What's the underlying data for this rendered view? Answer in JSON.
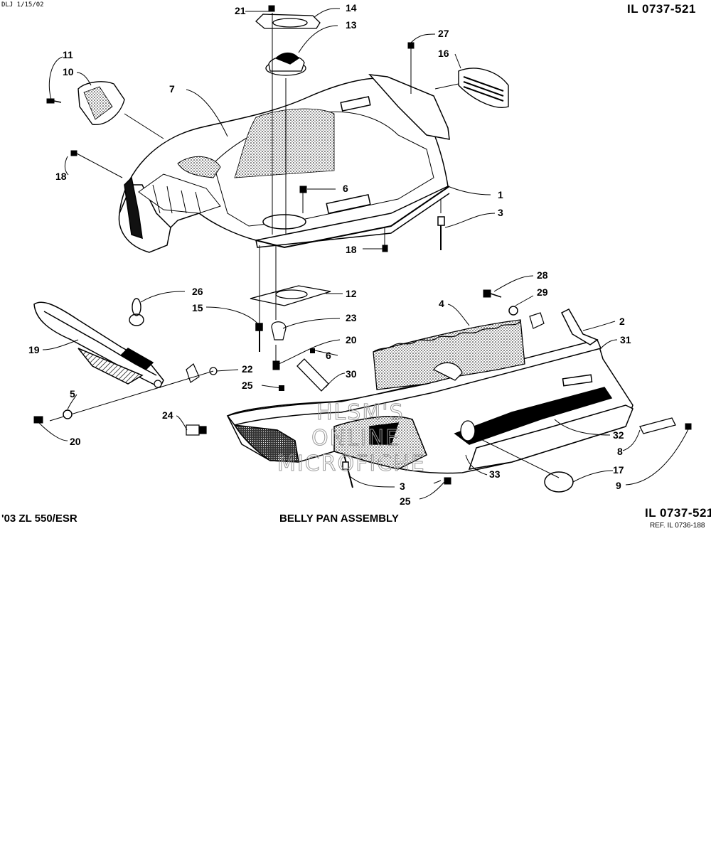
{
  "header": {
    "date_code": "DLJ 1/15/02",
    "illustration_number": "IL 0737-521"
  },
  "footer": {
    "model": "'03 ZL 550/ESR",
    "title": "BELLY PAN ASSEMBLY",
    "illustration_number": "IL 0737-521",
    "reference": "REF. IL 0736-188"
  },
  "watermark": [
    "HLSM'S",
    "ONLINE",
    "MICROFICHE"
  ],
  "callouts": [
    "21",
    "14",
    "13",
    "27",
    "16",
    "11",
    "10",
    "7",
    "18",
    "6",
    "1",
    "3",
    "18",
    "28",
    "29",
    "26",
    "15",
    "12",
    "23",
    "2",
    "31",
    "4",
    "19",
    "20",
    "6",
    "30",
    "22",
    "25",
    "5",
    "24",
    "20",
    "32",
    "8",
    "17",
    "33",
    "3",
    "25",
    "9"
  ]
}
